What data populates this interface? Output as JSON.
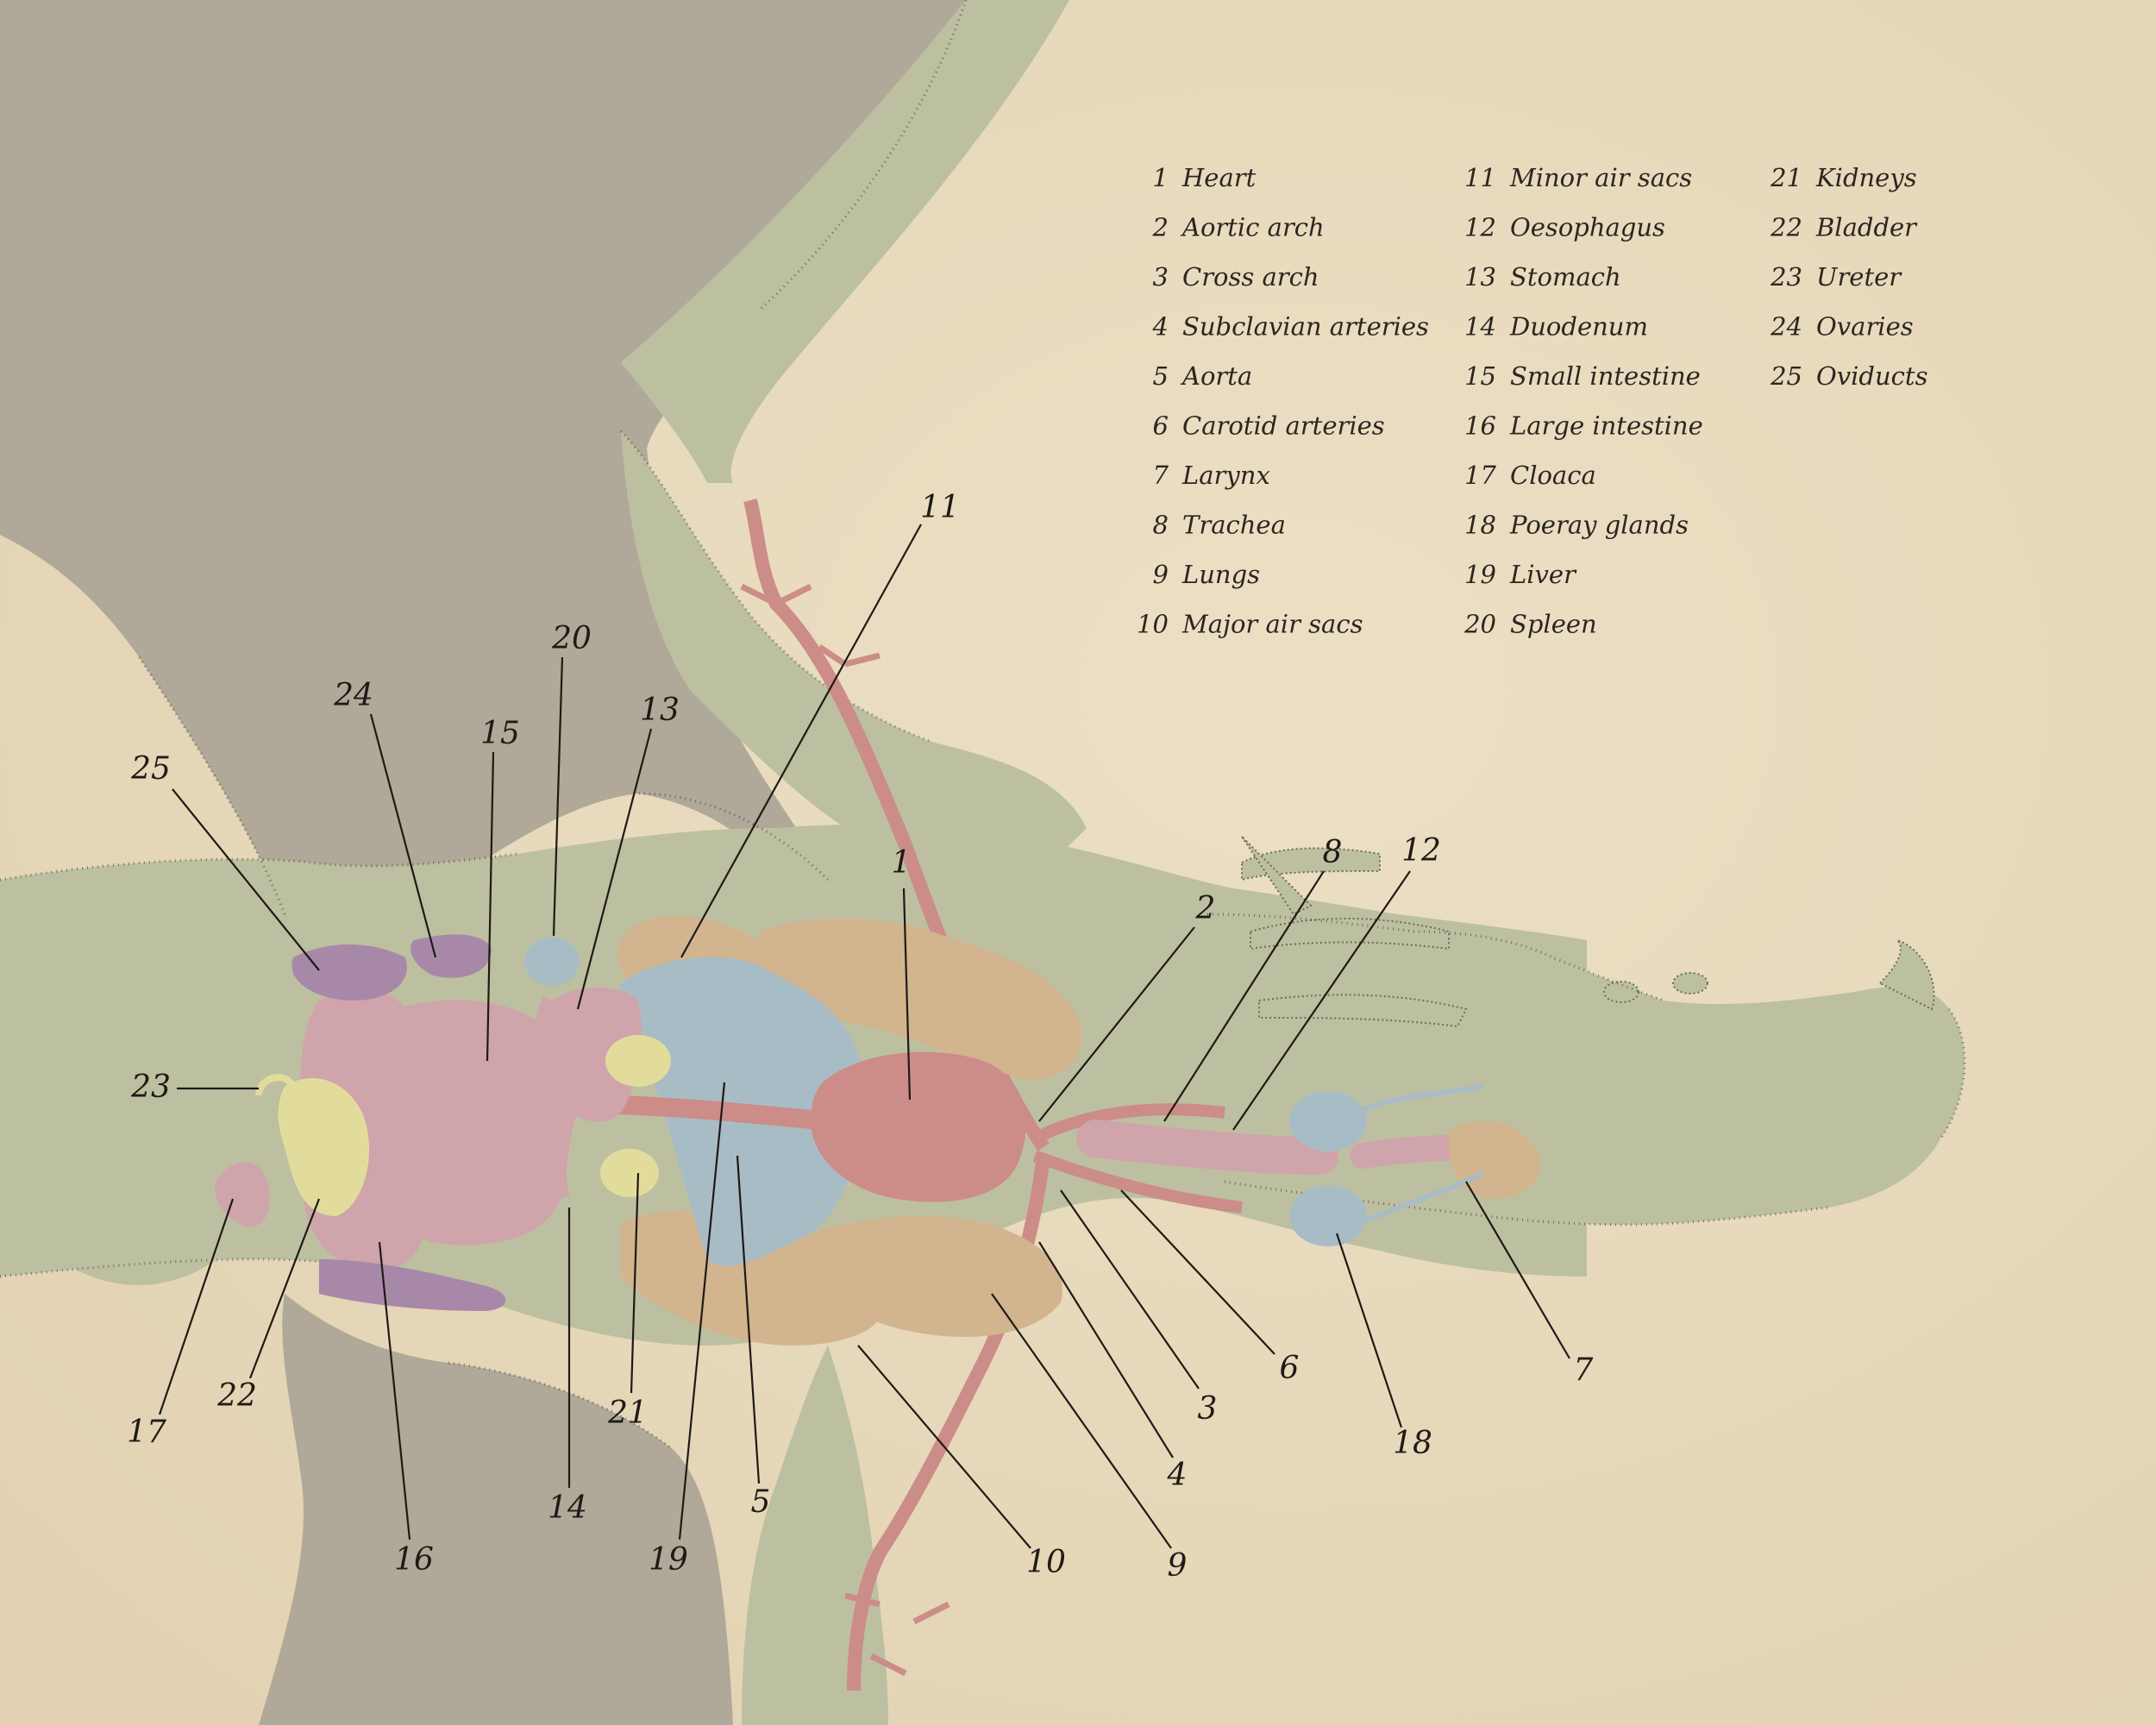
{
  "legend": {
    "columns": [
      [
        {
          "num": "1",
          "name": "Heart"
        },
        {
          "num": "2",
          "name": "Aortic arch"
        },
        {
          "num": "3",
          "name": "Cross arch"
        },
        {
          "num": "4",
          "name": "Subclavian arteries"
        },
        {
          "num": "5",
          "name": "Aorta"
        },
        {
          "num": "6",
          "name": "Carotid arteries"
        },
        {
          "num": "7",
          "name": "Larynx"
        },
        {
          "num": "8",
          "name": "Trachea"
        },
        {
          "num": "9",
          "name": "Lungs"
        },
        {
          "num": "10",
          "name": "Major air sacs"
        }
      ],
      [
        {
          "num": "11",
          "name": "Minor air sacs"
        },
        {
          "num": "12",
          "name": "Oesophagus"
        },
        {
          "num": "13",
          "name": "Stomach"
        },
        {
          "num": "14",
          "name": "Duodenum"
        },
        {
          "num": "15",
          "name": "Small intestine"
        },
        {
          "num": "16",
          "name": "Large intestine"
        },
        {
          "num": "17",
          "name": "Cloaca"
        },
        {
          "num": "18",
          "name": "Poeray glands"
        },
        {
          "num": "19",
          "name": "Liver"
        },
        {
          "num": "20",
          "name": "Spleen"
        }
      ],
      [
        {
          "num": "21",
          "name": "Kidneys"
        },
        {
          "num": "22",
          "name": "Bladder"
        },
        {
          "num": "23",
          "name": "Ureter"
        },
        {
          "num": "24",
          "name": "Ovaries"
        },
        {
          "num": "25",
          "name": "Oviducts"
        }
      ]
    ]
  },
  "callouts": [
    "1",
    "2",
    "3",
    "4",
    "5",
    "6",
    "7",
    "8",
    "9",
    "10",
    "11",
    "12",
    "13",
    "14",
    "15",
    "16",
    "17",
    "18",
    "19",
    "20",
    "21",
    "22",
    "23",
    "24",
    "25"
  ],
  "colors": {
    "paper": "#e9dcc0",
    "wing_membrane": "#b0a898",
    "body_skin": "#bcc0a0",
    "heart_vessels": "#cc8c88",
    "lungs": "#d2b48e",
    "air_sacs": "#a8bcc6",
    "intestines": "#cfa4aa",
    "ovaries": "#a888a8",
    "liver_kidney_bladder": "#e2dc9c",
    "stipple": "#2a2a22"
  }
}
